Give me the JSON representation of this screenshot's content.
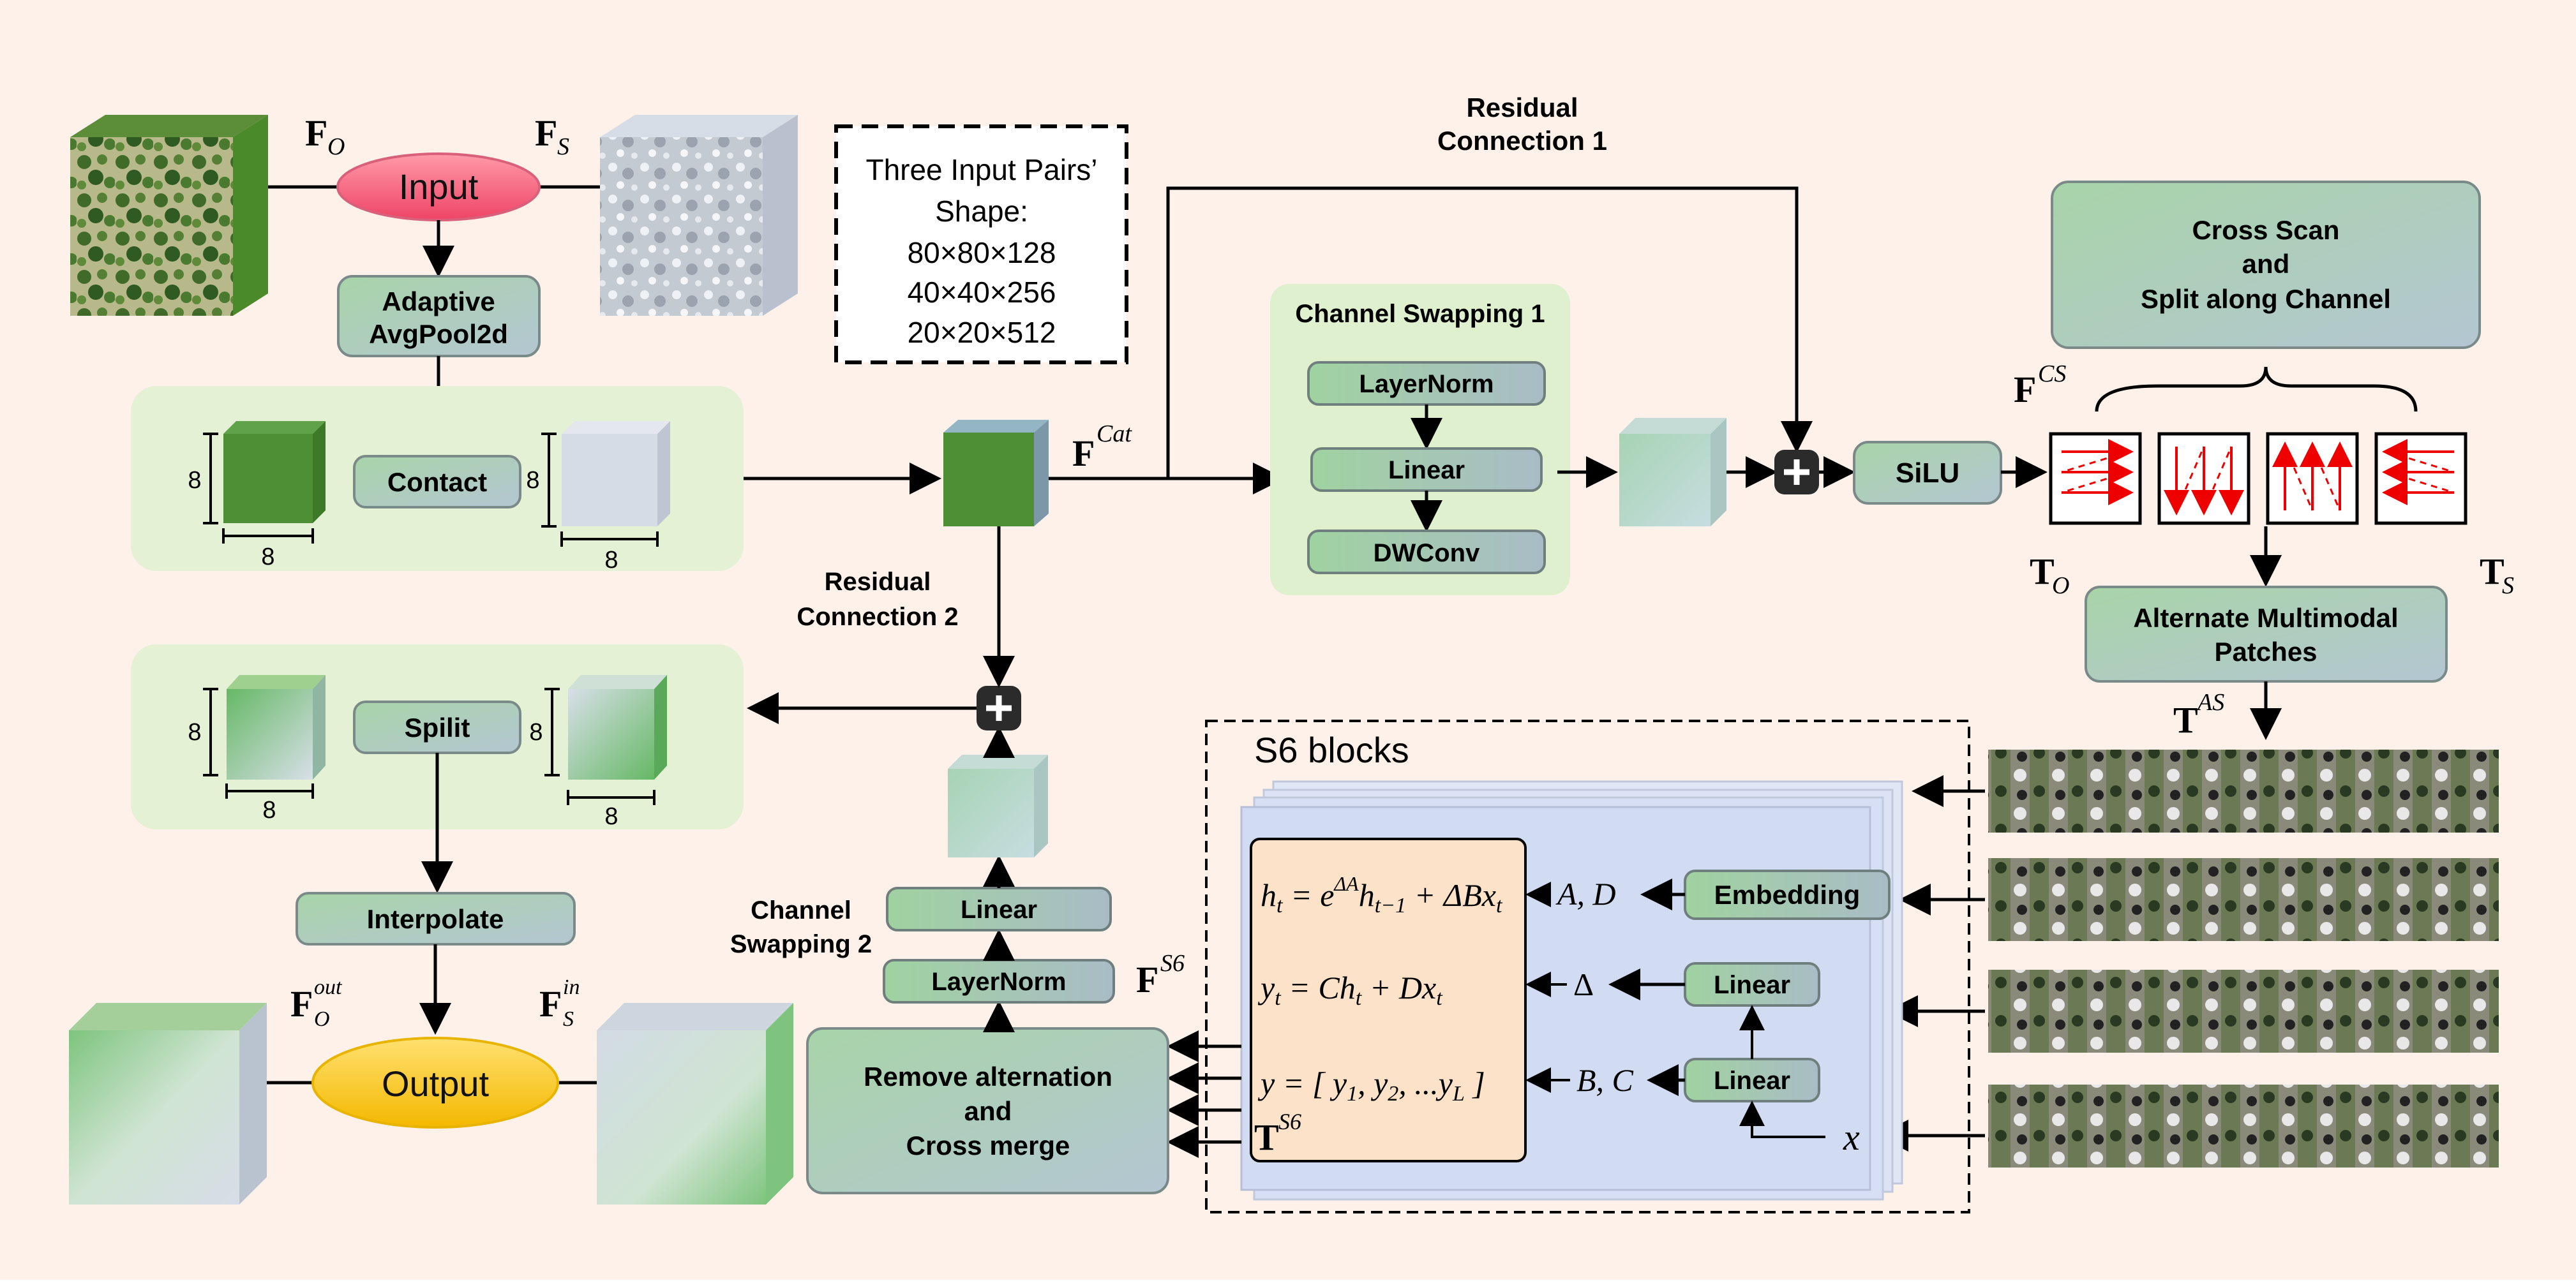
{
  "labels": {
    "f_o": "F",
    "f_o_sub": "O",
    "f_s": "F",
    "f_s_sub": "S",
    "input": "Input",
    "adaptive_line1": "Adaptive",
    "adaptive_line2": "AvgPool2d",
    "shape_box": [
      "Three Input Pairs’",
      "Shape:",
      "80×80×128",
      "40×40×256",
      "20×20×512"
    ],
    "residual1_line1": "Residual",
    "residual1_line2": "Connection 1",
    "residual2_line1": "Residual",
    "residual2_line2": "Connection 2",
    "contact": "Contact",
    "dim_8": "8",
    "f_cat": "F",
    "f_cat_sup": "Cat",
    "cs1_title": "Channel Swapping 1",
    "layernorm": "LayerNorm",
    "linear": "Linear",
    "dwconv": "DWConv",
    "silu": "SiLU",
    "cross_scan_line1": "Cross Scan",
    "cross_scan_line2": "and",
    "cross_scan_line3": "Split along Channel",
    "f_cs": "F",
    "f_cs_sup": "CS",
    "t_o": "T",
    "t_o_sub": "O",
    "t_s": "T",
    "t_s_sub": "S",
    "alt_line1": "Alternate Multimodal",
    "alt_line2": "Patches",
    "t_as": "T",
    "t_as_sup": "AS",
    "s6_title": "S6 blocks",
    "embedding": "Embedding",
    "eq_ad": "A, D",
    "eq_delta": "Δ",
    "eq_bc": "B, C",
    "eq_x": "x",
    "eq1": "h",
    "eq2": "y",
    "eq3": "y",
    "spilit": "Spilit",
    "interpolate": "Interpolate",
    "output": "Output",
    "f_o_out": "F",
    "f_o_out_sup": "out",
    "f_o_out_sub": "O",
    "f_s_in": "F",
    "f_s_in_sup": "in",
    "f_s_in_sub": "S",
    "cs2_line1": "Channel",
    "cs2_line2": "Swapping 2",
    "f_s6": "F",
    "f_s6_sup": "S6",
    "t_s6": "T",
    "t_s6_sup": "S6",
    "remove_line1": "Remove alternation",
    "remove_line2": "and",
    "remove_line3": "Cross merge"
  }
}
